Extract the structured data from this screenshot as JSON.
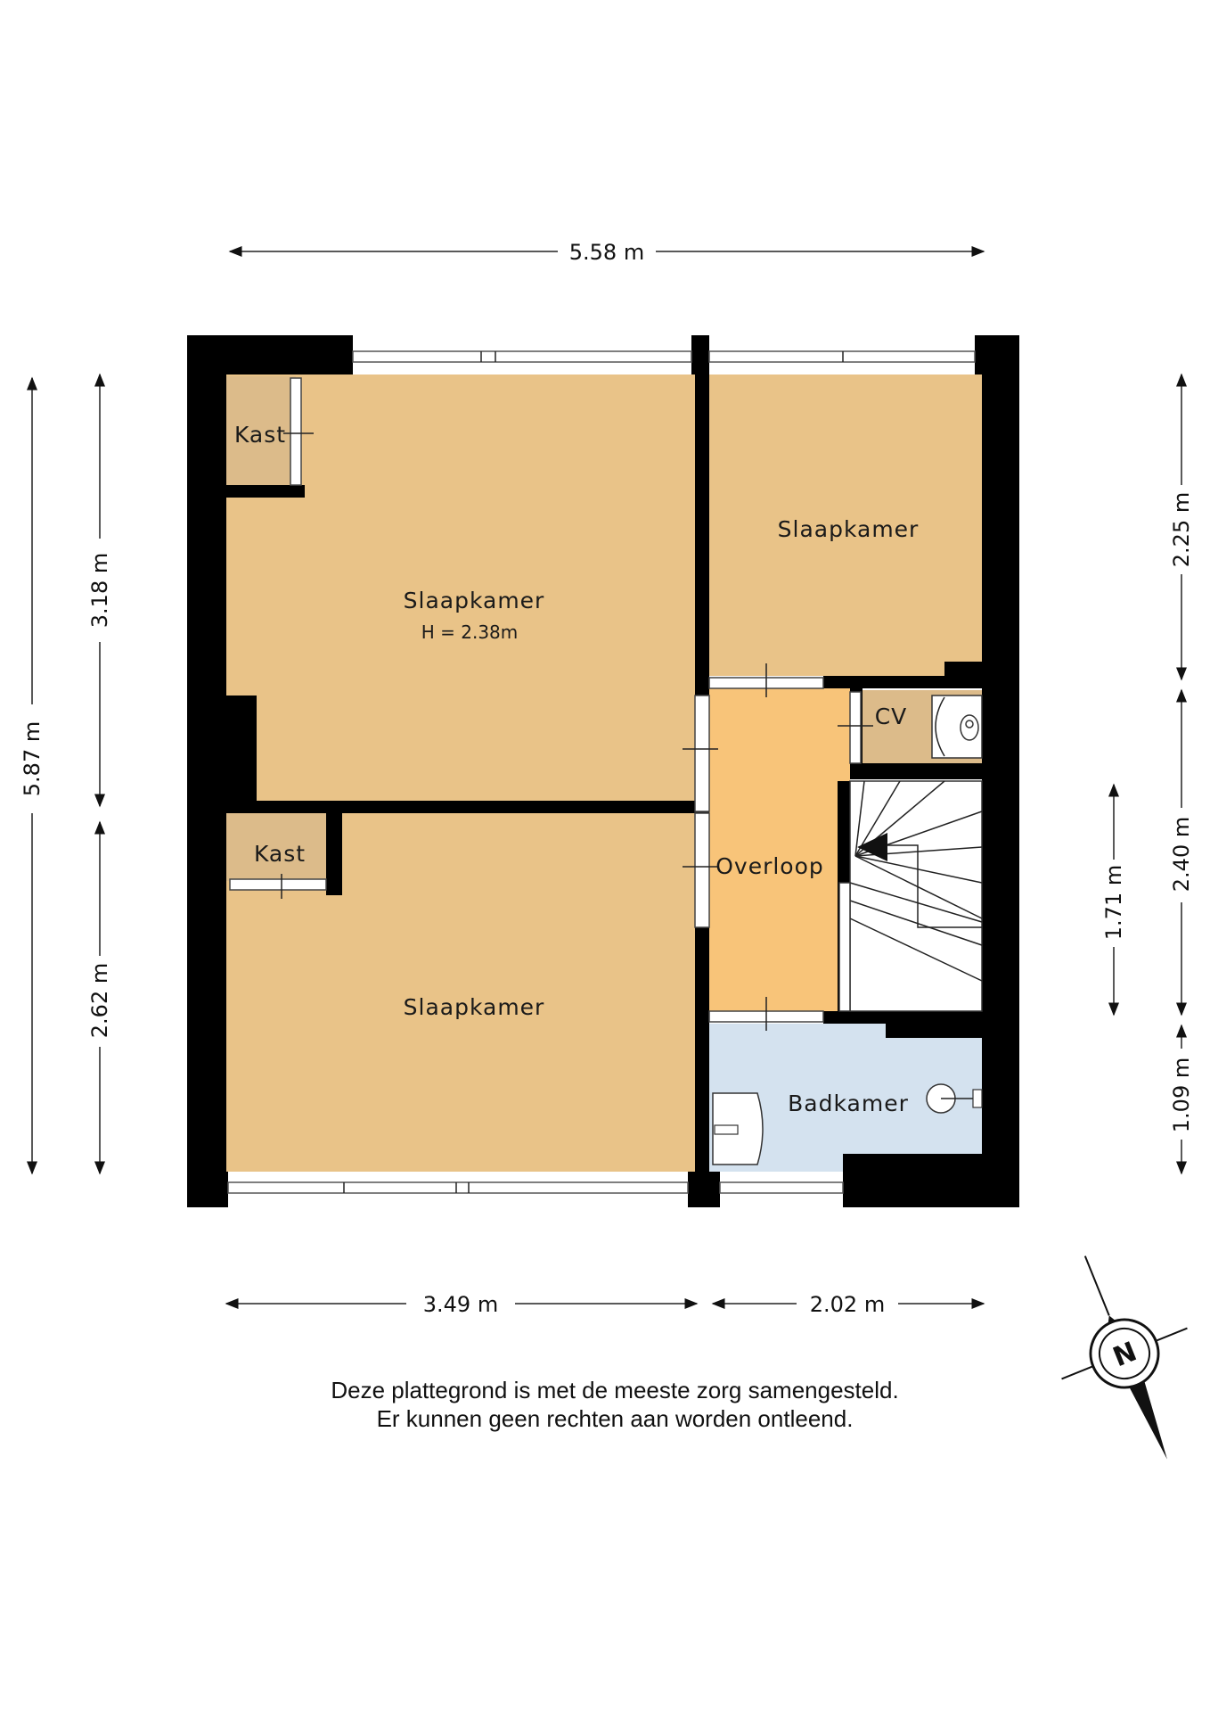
{
  "colors": {
    "bedroom": "#e9c388",
    "landing": "#f8c479",
    "closet": "#dcbb8a",
    "bathroom": "#d4e2ef",
    "wall": "#000000"
  },
  "dimensions": {
    "top_width": "5.58 m",
    "bottom_left": "3.49 m",
    "bottom_right": "2.02 m",
    "left_total": "5.87 m",
    "left_upper": "3.18 m",
    "left_lower": "2.62 m",
    "right_upper": "2.25 m",
    "right_middle": "2.40 m",
    "right_lower": "1.09 m",
    "stair": "1.71 m"
  },
  "rooms": {
    "bedroom_top_left": {
      "label": "Slaapkamer",
      "height": "H = 2.38m"
    },
    "bedroom_top_right": {
      "label": "Slaapkamer"
    },
    "bedroom_bottom_left": {
      "label": "Slaapkamer"
    },
    "closet_top": {
      "label": "Kast"
    },
    "closet_bottom": {
      "label": "Kast"
    },
    "cv": {
      "label": "CV"
    },
    "landing": {
      "label": "Overloop"
    },
    "bathroom": {
      "label": "Badkamer"
    }
  },
  "compass": {
    "label": "N",
    "icon": "north-arrow-icon"
  },
  "disclaimer": {
    "line1": "Deze plattegrond is met de meeste zorg samengesteld.",
    "line2": "Er kunnen geen rechten aan worden ontleend."
  }
}
